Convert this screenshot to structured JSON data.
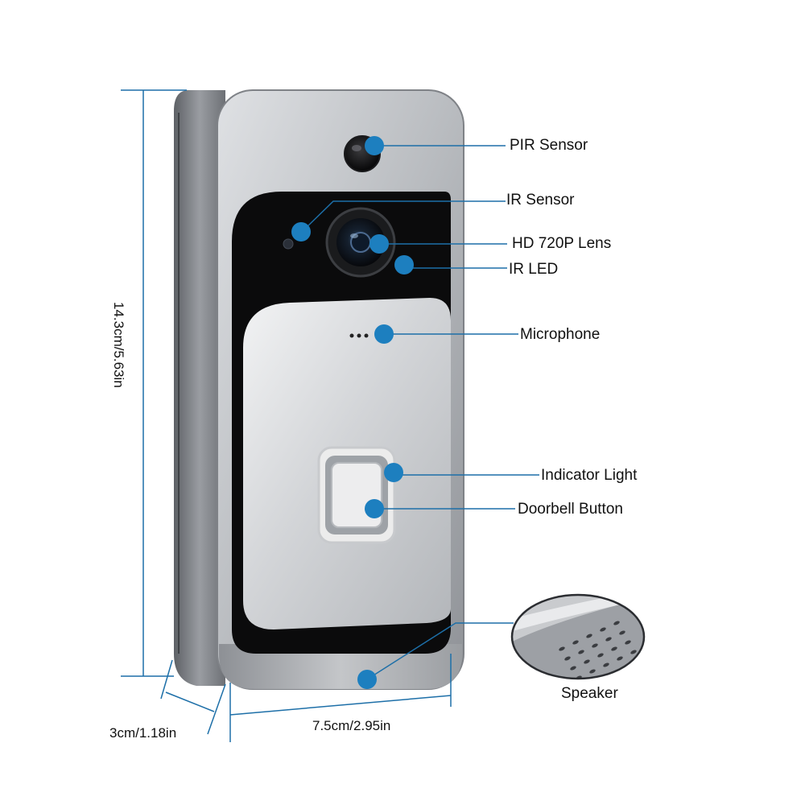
{
  "callouts": {
    "pir_sensor": "PIR Sensor",
    "ir_sensor": "IR Sensor",
    "lens": "HD 720P Lens",
    "ir_led": "IR LED",
    "microphone": "Microphone",
    "indicator_light": "Indicator Light",
    "doorbell_button": "Doorbell Button",
    "speaker": "Speaker"
  },
  "dimensions": {
    "height": "14.3cm/5.63in",
    "width": "7.5cm/2.95in",
    "depth": "3cm/1.18in"
  },
  "colors": {
    "callout_dot": "#1d7fbf",
    "callout_line": "#1d6fa8",
    "body_silver": "#b9bcc0",
    "front_black": "#0b0b0c",
    "panel_silver": "#d6d8db"
  }
}
